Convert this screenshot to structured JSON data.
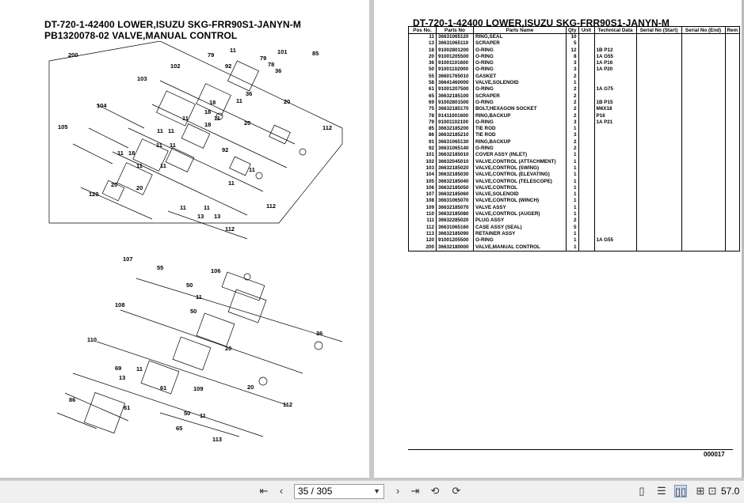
{
  "left_page": {
    "title_line1": "DT-720-1-42400 LOWER,ISUZU SKG-FRR90S1-JANYN-M",
    "title_line2": "PB1320078-02 VALVE,MANUAL CONTROL",
    "callouts": [
      "200",
      "11",
      "101",
      "85",
      "79",
      "92",
      "78",
      "36",
      "79",
      "102",
      "103",
      "18",
      "36",
      "11",
      "20",
      "20",
      "11",
      "11",
      "104",
      "18",
      "11",
      "11",
      "18",
      "105",
      "11",
      "11",
      "11",
      "18",
      "11",
      "11",
      "20",
      "92",
      "11",
      "11",
      "112",
      "112",
      "120",
      "20",
      "11",
      "13",
      "11",
      "13",
      "112",
      "107",
      "55",
      "50",
      "106",
      "108",
      "11",
      "50",
      "36",
      "20",
      "110",
      "69",
      "11",
      "13",
      "61",
      "20",
      "109",
      "86",
      "61",
      "11",
      "50",
      "65",
      "113",
      "112"
    ]
  },
  "right_page": {
    "title": "DT-720-1-42400 LOWER,ISUZU SKG-FRR90S1-JANYN-M",
    "headers": [
      "Pos No.",
      "Parts No",
      "Parts Name",
      "Qty",
      "Unit",
      "Technical Data",
      "Serial No (Start)",
      "Serial No (End)",
      "Rem"
    ],
    "rows": [
      [
        "11",
        "36631065120",
        "RING,SEAL",
        "10",
        "",
        ""
      ],
      [
        "13",
        "36631065110",
        "SCRAPER",
        "5",
        "",
        ""
      ],
      [
        "18",
        "91002801200",
        "O-RING",
        "12",
        "",
        "1B P12"
      ],
      [
        "20",
        "91001205500",
        "O-RING",
        "8",
        "",
        "1A G55"
      ],
      [
        "36",
        "91001101600",
        "O-RING",
        "3",
        "",
        "1A P16"
      ],
      [
        "50",
        "91001102000",
        "O-RING",
        "3",
        "",
        "1A P20"
      ],
      [
        "55",
        "36601765010",
        "GASKET",
        "2",
        "",
        ""
      ],
      [
        "58",
        "36641460000",
        "VALVE,SOLENOID",
        "1",
        "",
        ""
      ],
      [
        "61",
        "91001207500",
        "O-RING",
        "2",
        "",
        "1A G75"
      ],
      [
        "65",
        "36632185100",
        "SCRAPER",
        "2",
        "",
        ""
      ],
      [
        "69",
        "91002801500",
        "O-RING",
        "2",
        "",
        "1B P15"
      ],
      [
        "75",
        "36632185170",
        "BOLT,HEXAGON SOCKET",
        "2",
        "",
        "M6X18"
      ],
      [
        "78",
        "91411001600",
        "RING,BACKUP",
        "2",
        "",
        "P16"
      ],
      [
        "79",
        "91001102100",
        "O-RING",
        "3",
        "",
        "1A P21"
      ],
      [
        "85",
        "36632185200",
        "TIE ROD",
        "1",
        "",
        ""
      ],
      [
        "86",
        "36632185210",
        "TIE ROD",
        "3",
        "",
        ""
      ],
      [
        "91",
        "36631065130",
        "RING,BACKUP",
        "2",
        "",
        ""
      ],
      [
        "92",
        "36631065140",
        "O-RING",
        "2",
        "",
        ""
      ],
      [
        "101",
        "36632185010",
        "COVER ASSY (INLET)",
        "1",
        "",
        ""
      ],
      [
        "102",
        "36632045010",
        "VALVE,CONTROL (ATTACHMENT)",
        "1",
        "",
        ""
      ],
      [
        "103",
        "36632185020",
        "VALVE,CONTROL (SWING)",
        "1",
        "",
        ""
      ],
      [
        "104",
        "36632185030",
        "VALVE,CONTROL (ELEVATING)",
        "1",
        "",
        ""
      ],
      [
        "105",
        "36632185040",
        "VALVE,CONTROL (TELESCOPE)",
        "1",
        "",
        ""
      ],
      [
        "106",
        "36632185050",
        "VALVE,CONTROL",
        "1",
        "",
        ""
      ],
      [
        "107",
        "36632185060",
        "VALVE,SOLENOID",
        "1",
        "",
        ""
      ],
      [
        "108",
        "36631065070",
        "VALVE,CONTROL (WINCH)",
        "1",
        "",
        ""
      ],
      [
        "109",
        "36632185070",
        "VALVE ASSY",
        "1",
        "",
        ""
      ],
      [
        "110",
        "36632185080",
        "VALVE,CONTROL (AUGER)",
        "1",
        "",
        ""
      ],
      [
        "111",
        "36632285020",
        "PLUG ASSY",
        "2",
        "",
        ""
      ],
      [
        "112",
        "36631065160",
        "CASE ASSY (SEAL)",
        "5",
        "",
        ""
      ],
      [
        "113",
        "36632185090",
        "RETAINER ASSY",
        "1",
        "",
        ""
      ],
      [
        "120",
        "91001205500",
        "O-RING",
        "1",
        "",
        "1A G55"
      ],
      [
        "200",
        "36632180000",
        "VALVE,MANUAL CONTROL",
        "1",
        "",
        ""
      ]
    ],
    "footer_code": "000017"
  },
  "toolbar": {
    "page_display": "35 / 305",
    "zoom": "57.0",
    "icons": [
      "first-page-icon",
      "prev-page-icon",
      "next-page-icon",
      "last-page-icon",
      "rotate-left-icon",
      "rotate-right-icon",
      "single-page-icon",
      "continuous-icon",
      "two-page-icon",
      "two-page-continuous-icon",
      "fit-icon"
    ]
  }
}
